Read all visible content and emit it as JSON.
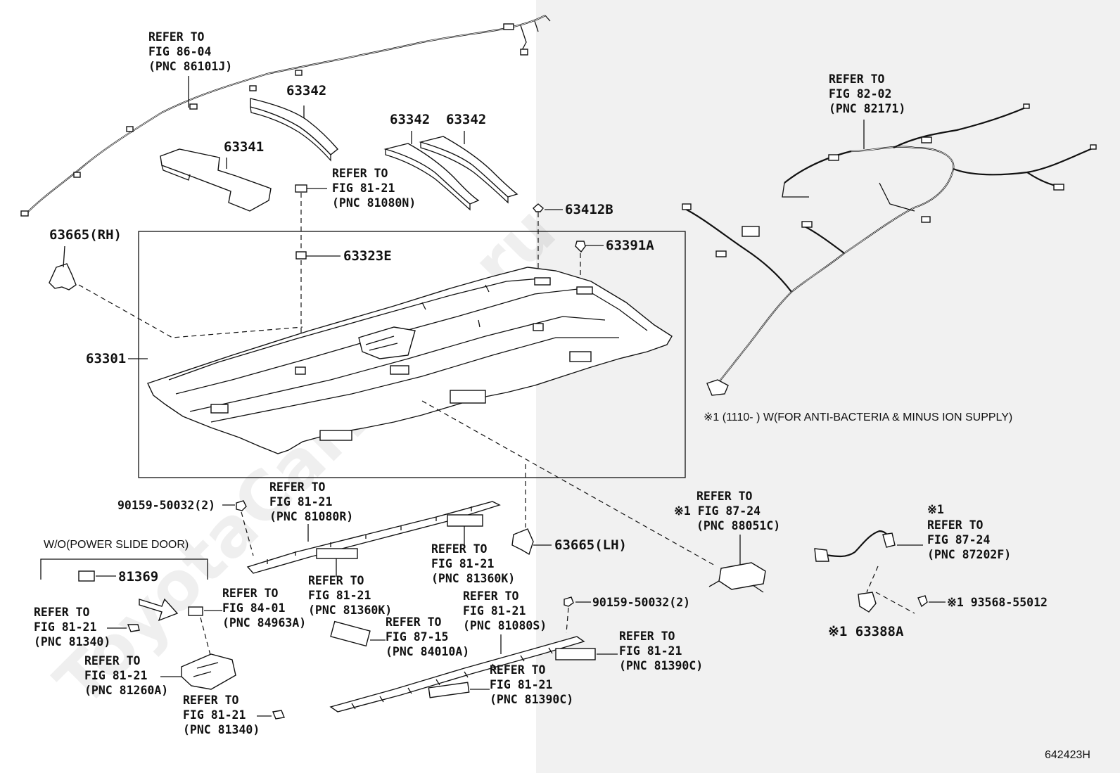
{
  "watermark": "ToyotaCarMine.ru",
  "diagram_id": "642423H",
  "note_anti_bacteria": "※1 (1110-  ) W(FOR ANTI-BACTERIA & MINUS ION SUPPLY)",
  "note_wo_power_slide": "W/O(POWER SLIDE DOOR)",
  "parts": {
    "p63301": "63301",
    "p63341": "63341",
    "p63342_a": "63342",
    "p63342_b": "63342",
    "p63342_c": "63342",
    "p63665_rh": "63665(RH)",
    "p63665_lh": "63665(LH)",
    "p63323e": "63323E",
    "p63412b": "63412B",
    "p63391a": "63391A",
    "p81369": "81369",
    "p63388a": "※1 63388A",
    "p93568": "※1 93568-55012",
    "p90159_a": "90159-50032(2)",
    "p90159_b": "90159-50032(2)"
  },
  "refs": {
    "r_86_04": [
      "REFER TO",
      "FIG 86-04",
      "(PNC 86101J)"
    ],
    "r_82_02": [
      "REFER TO",
      "FIG 82-02",
      "(PNC 82171)"
    ],
    "r_81080n": [
      "REFER TO",
      "FIG 81-21",
      "(PNC 81080N)"
    ],
    "r_81080r": [
      "REFER TO",
      "FIG 81-21",
      "(PNC 81080R)"
    ],
    "r_81360k_a": [
      "REFER TO",
      "FIG 81-21",
      "(PNC 81360K)"
    ],
    "r_81360k_b": [
      "REFER TO",
      "FIG 81-21",
      "(PNC 81360K)"
    ],
    "r_84963a": [
      "REFER TO",
      "FIG 84-01",
      "(PNC 84963A)"
    ],
    "r_81340_a": [
      "REFER TO",
      "FIG 81-21",
      "(PNC 81340)"
    ],
    "r_81340_b": [
      "REFER TO",
      "FIG 81-21",
      "(PNC 81340)"
    ],
    "r_81260a": [
      "REFER TO",
      "FIG 81-21",
      "(PNC 81260A)"
    ],
    "r_84010a": [
      "REFER TO",
      "FIG 87-15",
      "(PNC 84010A)"
    ],
    "r_81080s": [
      "REFER TO",
      "FIG 81-21",
      "(PNC 81080S)"
    ],
    "r_81390c_a": [
      "REFER TO",
      "FIG 81-21",
      "(PNC 81390C)"
    ],
    "r_81390c_b": [
      "REFER TO",
      "FIG 81-21",
      "(PNC 81390C)"
    ],
    "r_88051c": [
      "REFER TO",
      "※1 FIG 87-24",
      "(PNC 88051C)"
    ],
    "r_87202f": [
      "※1",
      "REFER TO",
      "FIG 87-24",
      "(PNC 87202F)"
    ]
  }
}
